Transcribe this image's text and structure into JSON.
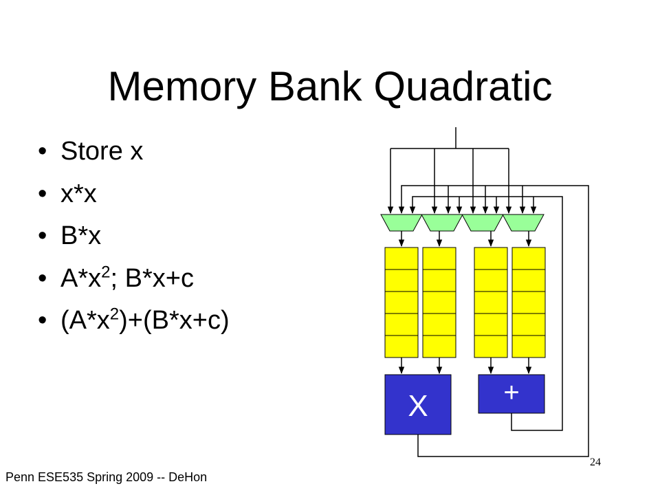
{
  "title": "Memory Bank Quadratic",
  "bullets": [
    {
      "pre": "Store x",
      "sup": "",
      "post": ""
    },
    {
      "pre": "x*x",
      "sup": "",
      "post": ""
    },
    {
      "pre": "B*x",
      "sup": "",
      "post": ""
    },
    {
      "pre": "A*x",
      "sup": "2",
      "post": "; B*x+c"
    },
    {
      "pre": "(A*x",
      "sup": "2",
      "post": ")+(B*x+c)"
    }
  ],
  "bullet_glyph": "•",
  "diagram": {
    "multiplier_label": "X",
    "adder_label": "+",
    "colors": {
      "mux": "#99ff99",
      "memory": "#ffff00",
      "unit": "#3333cc",
      "unit_text": "#ffffff",
      "wire": "#000000"
    },
    "memory_banks": 4,
    "words_per_bank": 5
  },
  "footer": "Penn ESE535 Spring 2009 -- DeHon",
  "page_number": "24"
}
